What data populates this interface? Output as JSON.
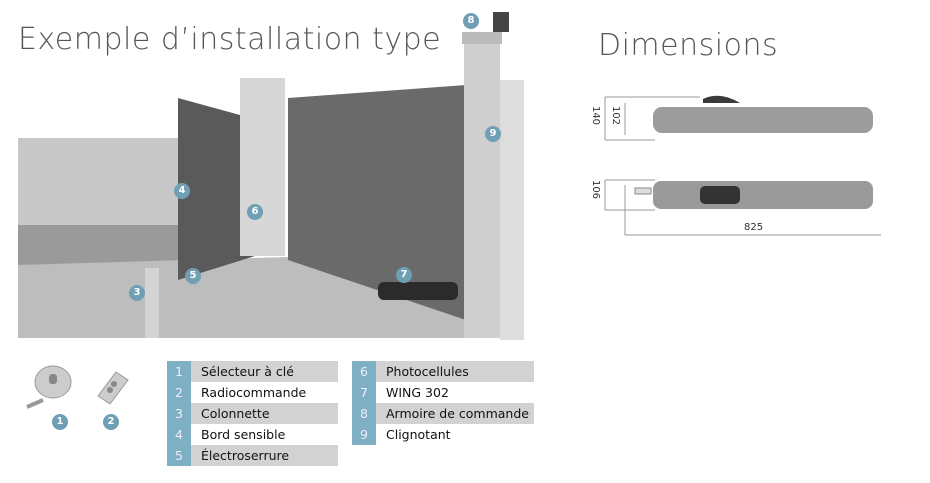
{
  "install": {
    "title": "Exemple d’installation type",
    "markers": [
      "1",
      "2",
      "3",
      "4",
      "5",
      "6",
      "7",
      "8",
      "9"
    ]
  },
  "dimensions": {
    "title": "Dimensions",
    "height_total": "140",
    "height_body": "102",
    "width": "106",
    "length": "825"
  },
  "legend": [
    {
      "n": "1",
      "label": "Sélecteur à clé"
    },
    {
      "n": "2",
      "label": "Radiocommande"
    },
    {
      "n": "3",
      "label": "Colonnette"
    },
    {
      "n": "4",
      "label": "Bord sensible"
    },
    {
      "n": "5",
      "label": "Électroserrure"
    },
    {
      "n": "6",
      "label": "Photocellules"
    },
    {
      "n": "7",
      "label": "WING 302"
    },
    {
      "n": "8",
      "label": "Armoire de commande"
    },
    {
      "n": "9",
      "label": "Clignotant"
    }
  ],
  "colors": {
    "accent": "#7eafc2",
    "row_shade": "#d2d2d2"
  }
}
